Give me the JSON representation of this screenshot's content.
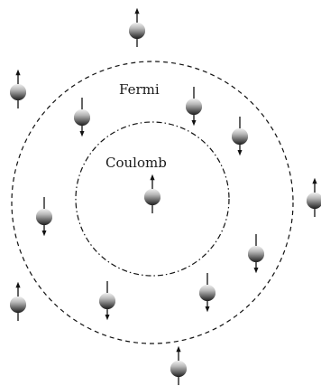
{
  "labels": {
    "outer": "Fermi",
    "inner": "Coulomb"
  },
  "boundaries": [
    {
      "name": "fermi-hole-boundary",
      "line_style": "dashed",
      "color": "#111111"
    },
    {
      "name": "coulomb-hole-boundary",
      "line_style": "dash-dot",
      "color": "#111111"
    }
  ],
  "particles": [
    {
      "spin": "up",
      "region": "outside"
    },
    {
      "spin": "up",
      "region": "outside"
    },
    {
      "spin": "down",
      "region": "fermi-hole"
    },
    {
      "spin": "down",
      "region": "fermi-hole"
    },
    {
      "spin": "down",
      "region": "fermi-hole"
    },
    {
      "spin": "up",
      "region": "coulomb-hole"
    },
    {
      "spin": "up",
      "region": "outside"
    },
    {
      "spin": "down",
      "region": "fermi-hole"
    },
    {
      "spin": "down",
      "region": "fermi-hole"
    },
    {
      "spin": "up",
      "region": "outside"
    },
    {
      "spin": "down",
      "region": "fermi-hole"
    },
    {
      "spin": "down",
      "region": "fermi-hole"
    },
    {
      "spin": "up",
      "region": "outside"
    }
  ],
  "colors": {
    "particle_light": "#f0f0f0",
    "particle_dark": "#1e1e1e",
    "line": "#111111"
  }
}
